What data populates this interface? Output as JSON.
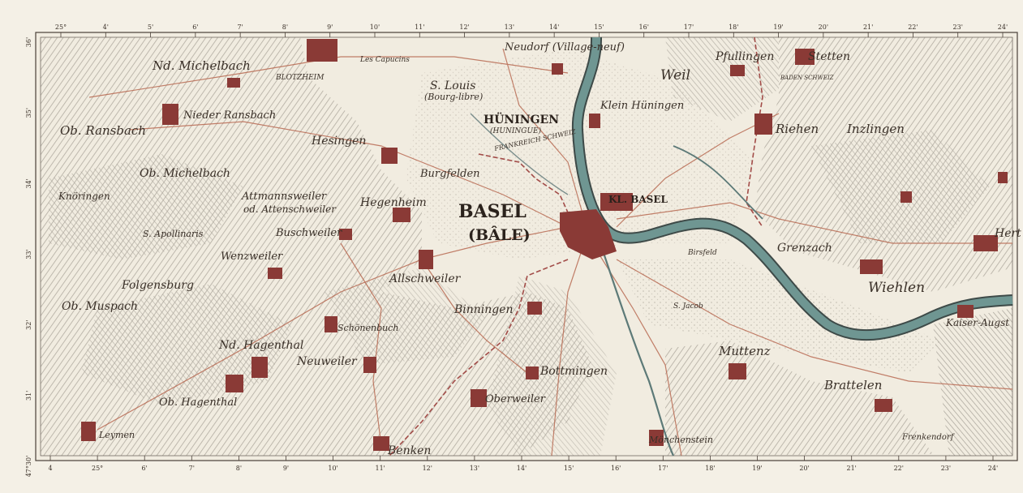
{
  "map": {
    "colors": {
      "paper": "#f4f0e6",
      "relief": "#8a857c",
      "river": "#6f9692",
      "river_edge": "#3e4a48",
      "town": "#8a3a36",
      "roads": "#b86a52",
      "border": "#a24c48"
    },
    "top_scale": [
      "25°",
      "4'",
      "5'",
      "6'",
      "7'",
      "8'",
      "9'",
      "10'",
      "11'",
      "12'",
      "13'",
      "14'",
      "15'",
      "16'",
      "17'",
      "18'",
      "19'",
      "20'",
      "21'",
      "22'",
      "23'",
      "24'"
    ],
    "bottom_scale": [
      "4",
      "25°",
      "6'",
      "7'",
      "8'",
      "9'",
      "10'",
      "11'",
      "12'",
      "13'",
      "14'",
      "15'",
      "16'",
      "17'",
      "18'",
      "19'",
      "20'",
      "21'",
      "22'",
      "23'",
      "24'"
    ],
    "left_scale": [
      "36'",
      "35'",
      "34'",
      "33'",
      "32'",
      "31'",
      "47°30'"
    ],
    "places": {
      "basel": "BASEL",
      "bale": "(BÂLE)",
      "kl_basel": "KL. BASEL",
      "huningen": "HÜNINGEN",
      "huningue": "(HUNINGUE)",
      "st_louis": "S. Louis",
      "bourg_libre": "(Bourg-libre)",
      "neudorf": "Neudorf (Village-neuf)",
      "klein_huningen": "Klein Hüningen",
      "weil": "Weil",
      "pfullingen": "Pfullingen",
      "stetten": "Stetten",
      "riehen": "Riehen",
      "inzlingen": "Inzlingen",
      "wiehlen": "Wiehlen",
      "grenzach": "Grenzach",
      "muttenz": "Muttenz",
      "pratteln": "Brattelen",
      "allschwiler": "Allschweiler",
      "binningen": "Binningen",
      "bottmingen": "Bottmingen",
      "oberweiler": "Oberweiler",
      "benken": "Benken",
      "neuweiler": "Neuweiler",
      "hegenheim": "Hegenheim",
      "hesingen": "Hesingen",
      "buschweiler": "Buschweiler",
      "attmannsweiler": "Attmannsweiler",
      "attenschweiler": "od. Attenschweiler",
      "burgfelden": "Burgfelden",
      "michelbach_n": "Nd. Michelbach",
      "michelbach_o": "Ob. Michelbach",
      "ransbach_o": "Ob. Ransbach",
      "nieder_ransbach": "Nieder Ransbach",
      "knoringen": "Knöringen",
      "apollinaris": "S. Apollinaris",
      "wenzweiler": "Wenzweiler",
      "folgensburg": "Folgensburg",
      "muspach": "Ob. Muspach",
      "hagenthal_n": "Nd. Hagenthal",
      "hagenthal_o": "Ob. Hagenthal",
      "schoenenbuch": "Schönenbuch",
      "leymen": "Leymen",
      "blotzheim": "BLOTZHEIM",
      "les_capucins": "Les Capucins",
      "kaiser_augst": "Kaiser-Augst",
      "monchenstein": "Mönchenstein",
      "st_jacob": "S. Jacob",
      "birsfeld": "Birsfeld",
      "frenkendorf": "Frenkendorf",
      "baden_schweiz": "BADEN SCHWEIZ",
      "frankreich_schweiz": "FRANKREICH SCHWEIZ",
      "hert": "Hert"
    }
  }
}
